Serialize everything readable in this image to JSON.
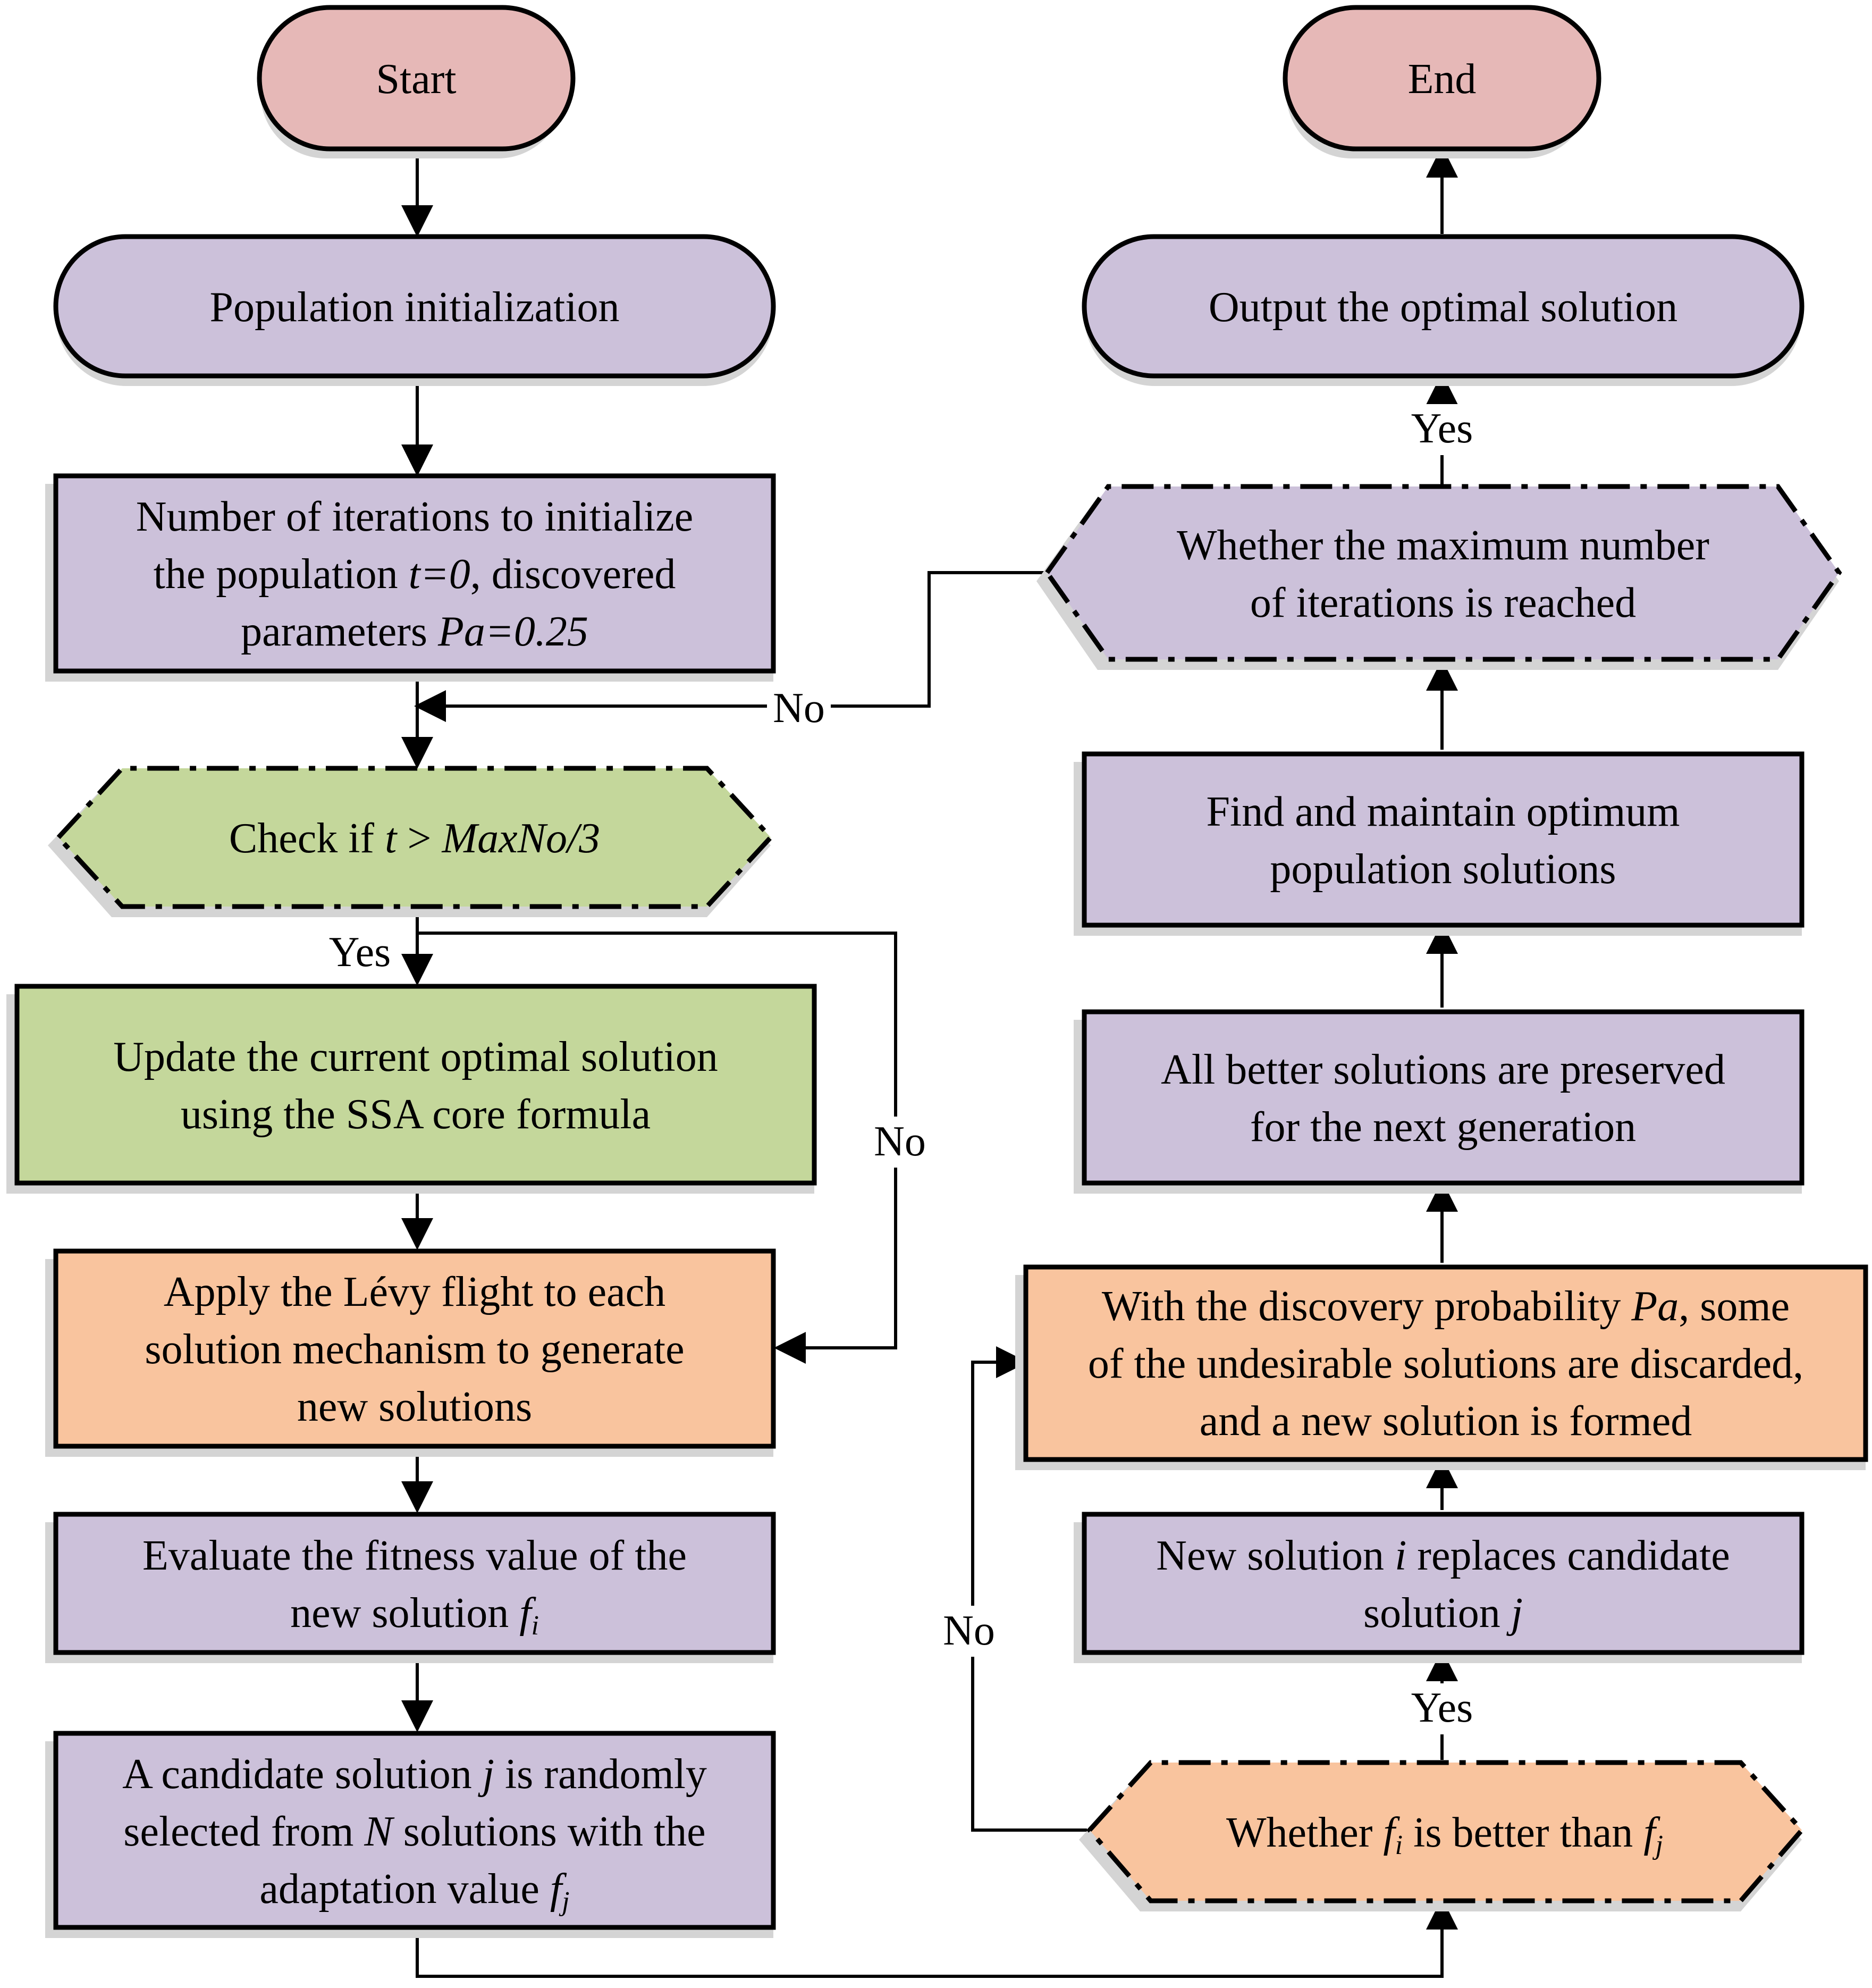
{
  "colors": {
    "terminal": "#e6b8b7",
    "process": "#ccc1da",
    "green": "#c4d79b",
    "orange": "#f9c49e",
    "shadow": "#d4d4d4",
    "line": "#000000"
  },
  "nodes": {
    "start": {
      "lines": [
        [
          {
            "t": "Start"
          }
        ]
      ]
    },
    "init": {
      "lines": [
        [
          {
            "t": "Population initialization"
          }
        ]
      ]
    },
    "iter": {
      "lines": [
        [
          {
            "t": "Number of iterations to initialize"
          }
        ],
        [
          {
            "t": "the population "
          },
          {
            "t": "t=0",
            "i": true
          },
          {
            "t": ", discovered"
          }
        ],
        [
          {
            "t": "parameters "
          },
          {
            "t": "Pa=0.25",
            "i": true
          }
        ]
      ]
    },
    "check": {
      "lines": [
        [
          {
            "t": "Check if "
          },
          {
            "t": "t",
            "i": true
          },
          {
            "t": " > "
          },
          {
            "t": "MaxNo/3",
            "i": true
          }
        ]
      ]
    },
    "update": {
      "lines": [
        [
          {
            "t": "Update the current optimal solution"
          }
        ],
        [
          {
            "t": "using the SSA core formula"
          }
        ]
      ]
    },
    "levy": {
      "lines": [
        [
          {
            "t": "Apply the Lévy flight to each"
          }
        ],
        [
          {
            "t": "solution mechanism to generate"
          }
        ],
        [
          {
            "t": "new solutions"
          }
        ]
      ]
    },
    "eval": {
      "lines": [
        [
          {
            "t": "Evaluate the fitness value of the"
          }
        ],
        [
          {
            "t": "new solution  "
          },
          {
            "t": "f",
            "i": true
          },
          {
            "t": "i",
            "i": true,
            "sub": true
          }
        ]
      ]
    },
    "cand": {
      "lines": [
        [
          {
            "t": "A candidate solution "
          },
          {
            "t": "j",
            "i": true
          },
          {
            "t": " is randomly"
          }
        ],
        [
          {
            "t": "selected from "
          },
          {
            "t": "N",
            "i": true
          },
          {
            "t": " solutions with the"
          }
        ],
        [
          {
            "t": "adaptation value "
          },
          {
            "t": "f",
            "i": true
          },
          {
            "t": "j",
            "i": true,
            "sub": true
          }
        ]
      ]
    },
    "end": {
      "lines": [
        [
          {
            "t": "End"
          }
        ]
      ]
    },
    "output": {
      "lines": [
        [
          {
            "t": "Output the optimal solution"
          }
        ]
      ]
    },
    "maxiter": {
      "lines": [
        [
          {
            "t": "Whether the maximum number"
          }
        ],
        [
          {
            "t": "of iterations is reached"
          }
        ]
      ]
    },
    "find": {
      "lines": [
        [
          {
            "t": "Find and maintain optimum"
          }
        ],
        [
          {
            "t": "population solutions"
          }
        ]
      ]
    },
    "better": {
      "lines": [
        [
          {
            "t": "All better solutions are preserved"
          }
        ],
        [
          {
            "t": "for the next generation"
          }
        ]
      ]
    },
    "discovery": {
      "lines": [
        [
          {
            "t": "With the discovery probability "
          },
          {
            "t": "Pa",
            "i": true
          },
          {
            "t": ", some"
          }
        ],
        [
          {
            "t": "of the undesirable solutions are discarded,"
          }
        ],
        [
          {
            "t": "and a new solution is formed"
          }
        ]
      ]
    },
    "replace": {
      "lines": [
        [
          {
            "t": "New solution "
          },
          {
            "t": "i",
            "i": true
          },
          {
            "t": " replaces candidate"
          }
        ],
        [
          {
            "t": "solution "
          },
          {
            "t": "j",
            "i": true
          }
        ]
      ]
    },
    "whether": {
      "lines": [
        [
          {
            "t": "Whether "
          },
          {
            "t": "f",
            "i": true
          },
          {
            "t": "i",
            "i": true,
            "sub": true
          },
          {
            "t": " is better than "
          },
          {
            "t": "f",
            "i": true
          },
          {
            "t": "j",
            "i": true,
            "sub": true
          }
        ]
      ]
    }
  },
  "labels": {
    "no_maxiter": "No",
    "yes_check": "Yes",
    "no_check": "No",
    "yes_maxiter": "Yes",
    "yes_whether": "Yes",
    "no_whether": "No"
  }
}
